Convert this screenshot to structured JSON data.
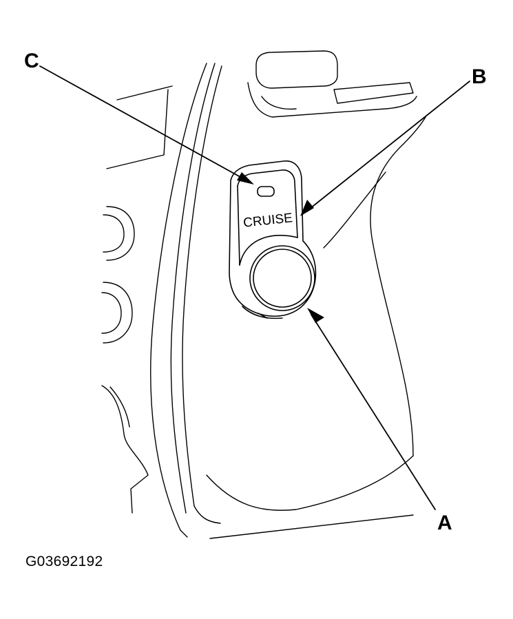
{
  "callouts": {
    "a": "A",
    "b": "B",
    "c": "C"
  },
  "switch_text": "CRUISE",
  "figure_code": "G03692192"
}
